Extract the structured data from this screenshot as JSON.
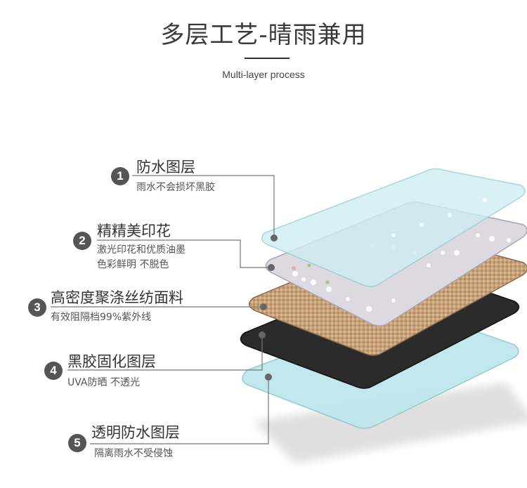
{
  "header": {
    "title": "多层工艺-晴雨兼用",
    "subtitle": "Multi-layer process"
  },
  "layers": [
    {
      "number": "1",
      "name": "防水图层",
      "desc_lines": [
        "雨水不会损坏黑胶"
      ]
    },
    {
      "number": "2",
      "name": "精精美印花",
      "desc_lines": [
        "激光印花和优质油墨",
        "色彩鲜明 不脱色"
      ]
    },
    {
      "number": "3",
      "name": "高密度聚涤丝纺面料",
      "desc_lines": [
        "有效阻隔档99%紫外线"
      ]
    },
    {
      "number": "4",
      "name": "黑胶固化图层",
      "desc_lines": [
        "UVA防晒  不透光"
      ]
    },
    {
      "number": "5",
      "name": "透明防水图层",
      "desc_lines": [
        "隔离雨水不受侵蚀"
      ]
    }
  ],
  "colors": {
    "badge": "#555555",
    "waterproof_top": "#cfeff3",
    "print_layer": "#d9d6df",
    "fabric": "#c9a37c",
    "black_glue": "#2a2a2a",
    "waterproof_bottom": "#bfe6ec"
  }
}
